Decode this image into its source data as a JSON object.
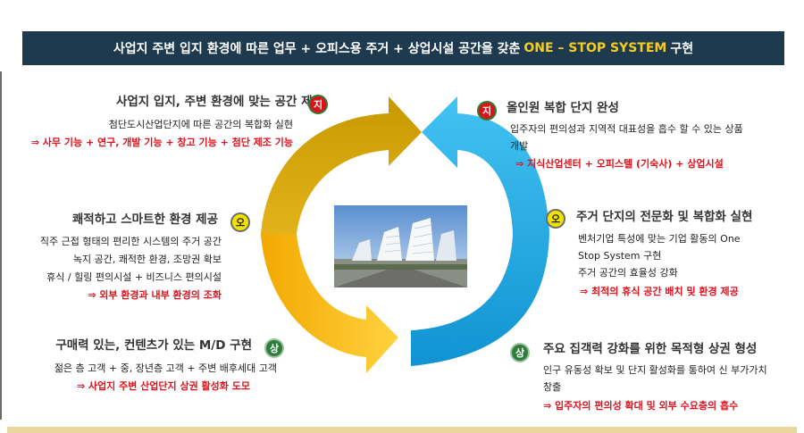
{
  "header": {
    "main": "사업지 주변 입지 환경에 따른 업무 + 오피스용 주거 + 상업시설 공간을 갖춘",
    "highlight": "ONE – STOP  SYSTEM",
    "tail": "구현"
  },
  "colors": {
    "header_bg": "#1e3a4e",
    "highlight": "#f6cc1f",
    "arrow_gold": "#d0a000",
    "arrow_yellow": "#f5b800",
    "arrow_blue": "#1ea7e1",
    "accent_red": "#e0121c"
  },
  "left": {
    "ji": {
      "badge": "지",
      "title": "사업지 입지, 주변 환경에 맞는 공간 제공",
      "line1": "첨단도시산업단지에 따른 공간의 복합화 실현",
      "line2": "⇒ 사무 기능 + 연구, 개발 기능 + 창고 기능 + 첨단 제조 기능"
    },
    "o": {
      "badge": "오",
      "title": "쾌적하고 스마트한 환경 제공",
      "line1": "직주 근접 형태의 편리한 시스템의 주거 공간",
      "line2": "녹지 공간,  쾌적한 환경, 조망권 확보",
      "line3": "휴식 / 힐링 편의시설 + 비즈니스 편의시설",
      "line4": "⇒  외부 환경과 내부 환경의 조화"
    },
    "sang": {
      "badge": "상",
      "title": "구매력 있는, 컨텐츠가 있는 M/D 구현",
      "line1": "젊은 층 고객 + 중, 장년층 고객 + 주변 배후세대 고객",
      "line2": "⇒  사업지 주변 산업단지 상권 활성화 도모"
    }
  },
  "right": {
    "ji": {
      "badge": "지",
      "title": "올인원 복합 단지 완성",
      "line1": "입주자의 편의성과 지역적 대표성을 흡수 할 수 있는 상품",
      "line2": "개발",
      "line3": "⇒ 지식산업센터 + 오피스텔 (기숙사) + 상업시설"
    },
    "o": {
      "badge": "오",
      "title": "주거 단지의 전문화 및 복합화 실현",
      "line1": "벤처기업 특성에 맞는 기업 활동의 One",
      "line2": "Stop System 구현",
      "line3": "주거 공간의 효율성 강화",
      "line4": "⇒ 최적의 휴식 공간 배치 및 환경 제공"
    },
    "sang": {
      "badge": "상",
      "title": "주요 집객력 강화를 위한 목적형 상권 형성",
      "line1": "인구 유동성 확보 및 단지 활성화를 통하여 신 부가가치",
      "line2": "창출",
      "line3": "⇒ 입주자의 편의성 확대 및 외부 수요층의 흡수"
    }
  }
}
